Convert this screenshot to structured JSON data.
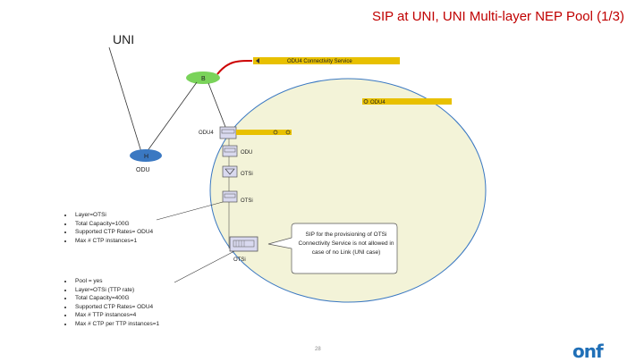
{
  "title": "SIP at UNI, UNI Multi-layer NEP Pool (1/3)",
  "uni_label": "UNI",
  "connectivity_service_label": "ODU4 Connectivity Service",
  "node_b_label": "B",
  "node_h_label": "H",
  "odu_h_label": "ODU",
  "odu4_right_label": "ODU4",
  "odu4_label": "ODU4",
  "odu_label": "ODU",
  "otsi_label_1": "OTSi",
  "otsi_label_2": "OTSi",
  "otsi_pool_label": "OTSi",
  "notes_top": [
    "Layer=OTSi",
    "Total Capacity=100G",
    "Supported CTP Rates= ODU4",
    "Max # CTP instances=1"
  ],
  "notes_bottom": [
    "Pool = yes",
    "Layer=OTSi (TTP rate)",
    "Total Capacity=400G",
    "Supported CTP Rates= ODU4",
    "Max # TTP instances=4",
    "Max # CTP per TTP instances=1"
  ],
  "callout": "SIP for the provisioning of OTSi Connectivity Service is not allowed in case of no Link (UNI case)",
  "page_number": "28",
  "logo_text": "onf",
  "colors": {
    "title": "#c00000",
    "ellipse_fill": "#f3f3d8",
    "connectivity_bar": "#e8c000",
    "node_b": "#7ad35a",
    "node_h": "#3a78c2",
    "red_link": "#cc0000",
    "logo": "#1f6fb7"
  }
}
